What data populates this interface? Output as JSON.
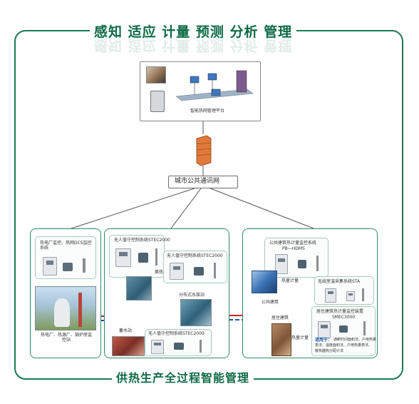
{
  "title_top": "感知 适应 计量 预测 分析 管理",
  "title_bottom": "供热生产全过程智能管理",
  "center": {
    "platform_label": "智能热网管理平台",
    "network_label": "城市公共通讯网"
  },
  "left_panel": {
    "system_label": "热电厂监控、热网DCS监控系统",
    "plant_label": "热电厂、热源厂、锅炉房监控站"
  },
  "mid_panel": {
    "stec_top": "无人值守控制系统STEC2000",
    "station1": "换热站",
    "stec_mid": "无人值守控制系统STEC2000",
    "distributed": "分布式水泵站",
    "stec_bottom": "无人值守控制系统STEC2000",
    "storage": "蓄水站"
  },
  "right_panel": {
    "building_system": "公共建筑热计量监控系统",
    "building_system_code": "PB—HDMS",
    "meter_label": "热量计量",
    "public_building": "公共建筑",
    "sta_label": "无线室温采集系统STA",
    "residential": "居住建筑",
    "heat_meter2": "热量计量",
    "smec_label": "居住建筑热计量监控装置",
    "smec_code": "SMEC3000",
    "note_title": "适用于：",
    "note_1": "通断时间面积法、户用热量",
    "note_2": "表法、温度面积法、户用热量表法、",
    "note_3": "散热器热分配计法"
  },
  "colors": {
    "frame": "#1a7a52",
    "title": "#0f6b45",
    "supply_pipe": "#c8242b",
    "return_pipe": "#1f4fb8"
  }
}
